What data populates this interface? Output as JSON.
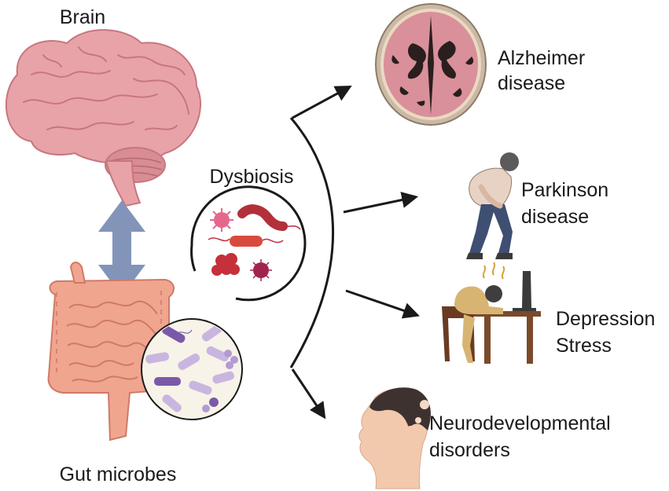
{
  "labels": {
    "brain": "Brain",
    "gut": "Gut microbes",
    "dysbiosis": "Dysbiosis"
  },
  "outcomes": [
    {
      "line1": "Alzheimer",
      "line2": "disease",
      "icon": "atrophied-brain-scan-icon"
    },
    {
      "line1": "Parkinson",
      "line2": "disease",
      "icon": "stooped-elderly-person-icon"
    },
    {
      "line1": "Depression",
      "line2": "Stress",
      "icon": "person-head-on-desk-icon"
    },
    {
      "line1": "Neurodevelopmental",
      "line2": "disorders",
      "icon": "child-head-profile-icon"
    }
  ],
  "colors": {
    "brain": "#e8a3a8",
    "brain_dark": "#c7767f",
    "gut": "#f0a58f",
    "gut_dark": "#cf7a68",
    "arrow": "#8295b9",
    "bacteria_purple": "#a88ac8",
    "microbe_red": "#c5303a",
    "line": "#1a1a1a"
  }
}
